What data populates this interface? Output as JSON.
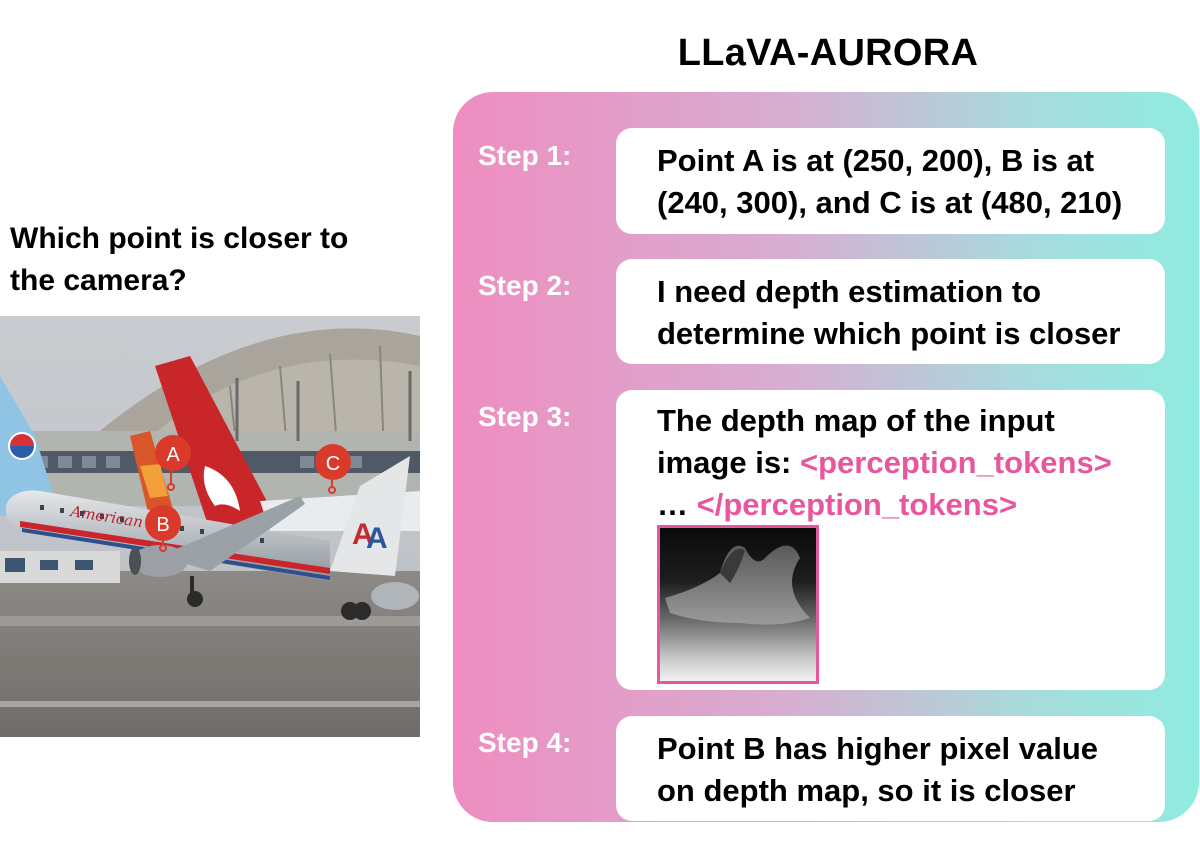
{
  "title": "LLaVA-AURORA",
  "question": {
    "line1": "Which point is closer to",
    "line2": "the camera?"
  },
  "image": {
    "airline_text": "American",
    "points": [
      {
        "label": "A"
      },
      {
        "label": "B"
      },
      {
        "label": "C"
      }
    ]
  },
  "steps": [
    {
      "label": "Step 1:",
      "lines": [
        "Point A is at (250, 200), B is at",
        "(240, 300), and C is at (480, 210)"
      ]
    },
    {
      "label": "Step 2:",
      "lines": [
        "I need depth estimation to",
        "determine which point is closer"
      ]
    },
    {
      "label": "Step 3:",
      "lines": [
        "The depth map of the input"
      ],
      "line2_prefix": "image is: ",
      "token_open": "<perception_tokens>",
      "line3_prefix": "… ",
      "token_close": "</perception_tokens>"
    },
    {
      "label": "Step 4:",
      "lines": [
        "Point B has higher pixel value",
        "on depth map, so it is closer"
      ]
    }
  ],
  "colors": {
    "token": "#e8579e",
    "marker": "#d93a2b",
    "gradient_left": "#ee8dc0",
    "gradient_right": "#8fece0"
  }
}
